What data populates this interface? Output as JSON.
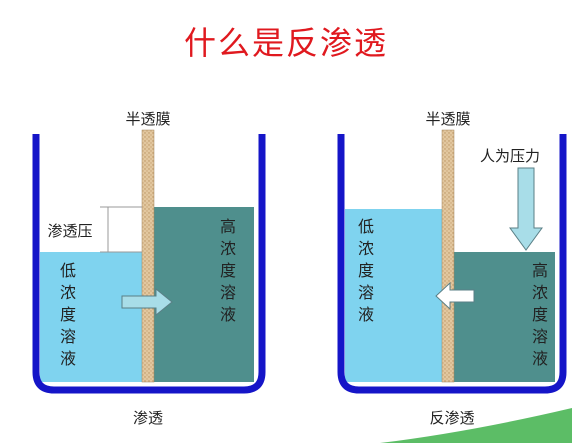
{
  "title": "什么是反渗透",
  "left": {
    "membrane_label": "半透膜",
    "height_label": "渗透压",
    "low_solution": [
      "低",
      "浓",
      "度",
      "溶",
      "液"
    ],
    "high_solution": [
      "高",
      "浓",
      "度",
      "溶",
      "液"
    ],
    "caption": "渗透"
  },
  "right": {
    "membrane_label": "半透膜",
    "pressure_label": "人为压力",
    "low_solution": [
      "低",
      "浓",
      "度",
      "溶",
      "液"
    ],
    "high_solution": [
      "高",
      "浓",
      "度",
      "溶",
      "液"
    ],
    "caption": "反渗透"
  },
  "colors": {
    "container": "#1515c8",
    "low_water": "#7fd3ef",
    "high_water": "#4f8f8d",
    "membrane": "#d9b78a",
    "arrow": "#a8dde8",
    "title": "#e0191f"
  }
}
